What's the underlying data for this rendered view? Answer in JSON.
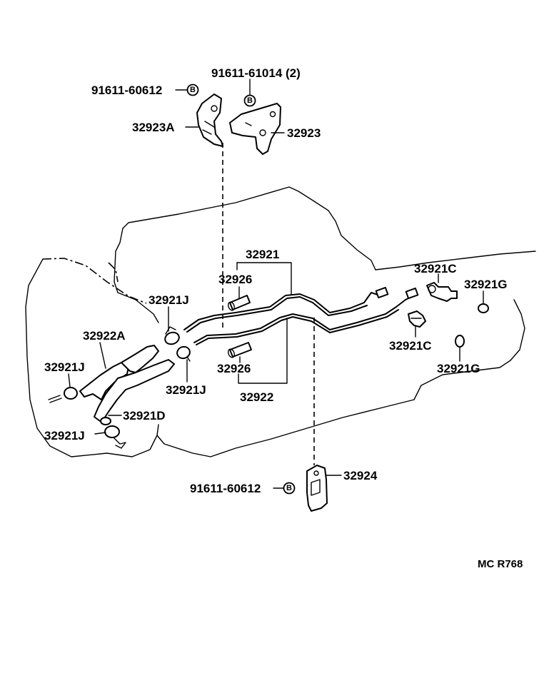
{
  "diagram": {
    "code": "MC R768",
    "bolt_marker": "B",
    "labels": {
      "bolt_top_right": "91611-61014 (2)",
      "bolt_top_left": "91611-60612",
      "bracket_left": "32923A",
      "bracket_right": "32923",
      "tube_upper": "32921",
      "hose_upper": "32926",
      "clamp_upper_center": "32921J",
      "union_upper": "32921C",
      "gasket_upper": "32921G",
      "hose_left": "32922A",
      "clamp_left_top": "32921J",
      "clamp_center_lower": "32921J",
      "union_lower": "32921C",
      "gasket_lower": "32921G",
      "hose_lower": "32926",
      "tube_lower": "32922",
      "hose_small": "32921D",
      "clamp_left_bottom": "32921J",
      "bracket_bottom": "32924",
      "bolt_bottom": "91611-60612"
    }
  }
}
